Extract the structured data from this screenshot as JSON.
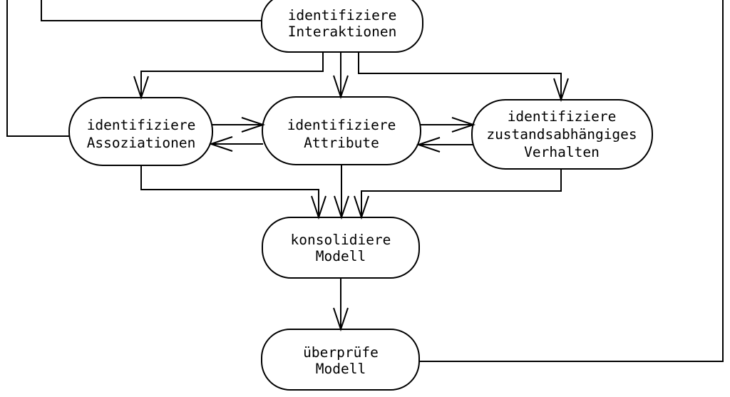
{
  "diagram": {
    "type": "flowchart",
    "language": "de",
    "colors": {
      "background": "#ffffff",
      "stroke": "#000000",
      "text": "#000000"
    },
    "nodes": {
      "interaktionen": {
        "lines": [
          "identifiziere",
          "Interaktionen"
        ]
      },
      "assoziationen": {
        "lines": [
          "identifiziere",
          "Assoziationen"
        ]
      },
      "attribute": {
        "lines": [
          "identifiziere",
          "Attribute"
        ]
      },
      "verhalten": {
        "lines": [
          "identifiziere",
          "zustandsabhängiges",
          "Verhalten"
        ]
      },
      "konsolidiere": {
        "lines": [
          "konsolidiere",
          "Modell"
        ]
      },
      "ueberpruefe": {
        "lines": [
          "überprüfe",
          "Modell"
        ]
      }
    },
    "edges": [
      {
        "from": "offscreen-top",
        "to": "identifiziere-assoziationen",
        "arrow": false
      },
      {
        "from": "offscreen-top",
        "to": "identifiziere-interaktionen",
        "arrow": false
      },
      {
        "from": "identifiziere-interaktionen",
        "to": "identifiziere-assoziationen",
        "arrow": true
      },
      {
        "from": "identifiziere-interaktionen",
        "to": "identifiziere-attribute",
        "arrow": true
      },
      {
        "from": "identifiziere-interaktionen",
        "to": "identifiziere-zustandsabhaengiges-verhalten",
        "arrow": true
      },
      {
        "from": "identifiziere-assoziationen",
        "to": "identifiziere-attribute",
        "arrow": true
      },
      {
        "from": "identifiziere-attribute",
        "to": "identifiziere-assoziationen",
        "arrow": true
      },
      {
        "from": "identifiziere-attribute",
        "to": "identifiziere-zustandsabhaengiges-verhalten",
        "arrow": true
      },
      {
        "from": "identifiziere-zustandsabhaengiges-verhalten",
        "to": "identifiziere-attribute",
        "arrow": true
      },
      {
        "from": "identifiziere-assoziationen",
        "to": "konsolidiere-modell",
        "arrow": true
      },
      {
        "from": "identifiziere-attribute",
        "to": "konsolidiere-modell",
        "arrow": true
      },
      {
        "from": "identifiziere-zustandsabhaengiges-verhalten",
        "to": "konsolidiere-modell",
        "arrow": true
      },
      {
        "from": "konsolidiere-modell",
        "to": "ueberpruefe-modell",
        "arrow": true
      },
      {
        "from": "ueberpruefe-modell",
        "to": "offscreen-top-right",
        "arrow": false
      }
    ]
  }
}
